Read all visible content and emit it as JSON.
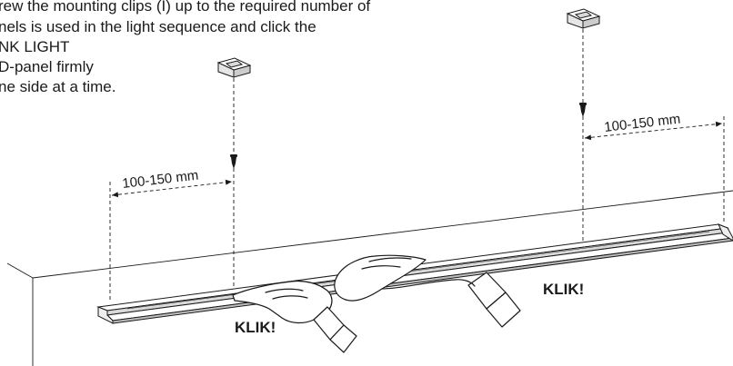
{
  "instructions": {
    "lines": [
      "rew the mounting clips (I) up to the required number of",
      "nels is used in the light sequence and click the",
      "NK LIGHT",
      "D-panel firmly",
      "ne side at a time."
    ]
  },
  "dimensions": {
    "left": "100-150 mm",
    "right": "100-150 mm"
  },
  "callouts": {
    "klik_left": "KLIK!",
    "klik_right": "KLIK!"
  },
  "colors": {
    "ink": "#1a1a1a",
    "background": "#ffffff",
    "fill_light": "#ffffff",
    "fill_shadow": "#d9d9d9"
  }
}
